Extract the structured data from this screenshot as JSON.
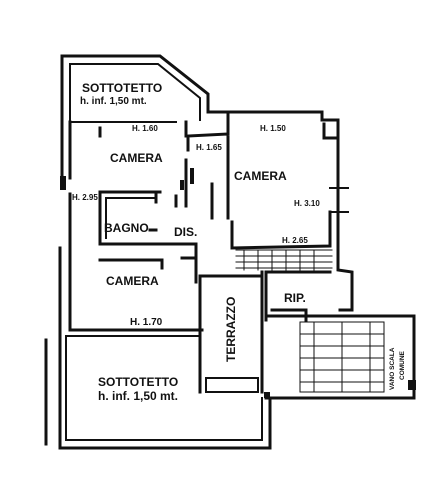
{
  "rooms": {
    "sottotetto_top": {
      "name": "SOTTOTETTO",
      "note": "h. inf. 1,50 mt."
    },
    "camera_top_left": {
      "name": "CAMERA",
      "height": "H. 1.60"
    },
    "height_165": "H. 1.65",
    "camera_right": {
      "name": "CAMERA",
      "height_top": "H. 1.50",
      "height_right": "H. 3.10",
      "height_bottom": "H. 2.65"
    },
    "height_295": "H. 2.95",
    "bagno": {
      "name": "BAGNO"
    },
    "dis": {
      "name": "DIS."
    },
    "camera_bottom_left": {
      "name": "CAMERA",
      "height": "H. 1.70"
    },
    "terrazzo": {
      "name": "TERRAZZO"
    },
    "rip": {
      "name": "RIP."
    },
    "vano_scala": {
      "line1": "VANO SCALA",
      "line2": "COMUNE"
    },
    "sottotetto_bottom": {
      "name": "SOTTOTETTO",
      "note": "h. inf. 1,50 mt."
    }
  }
}
